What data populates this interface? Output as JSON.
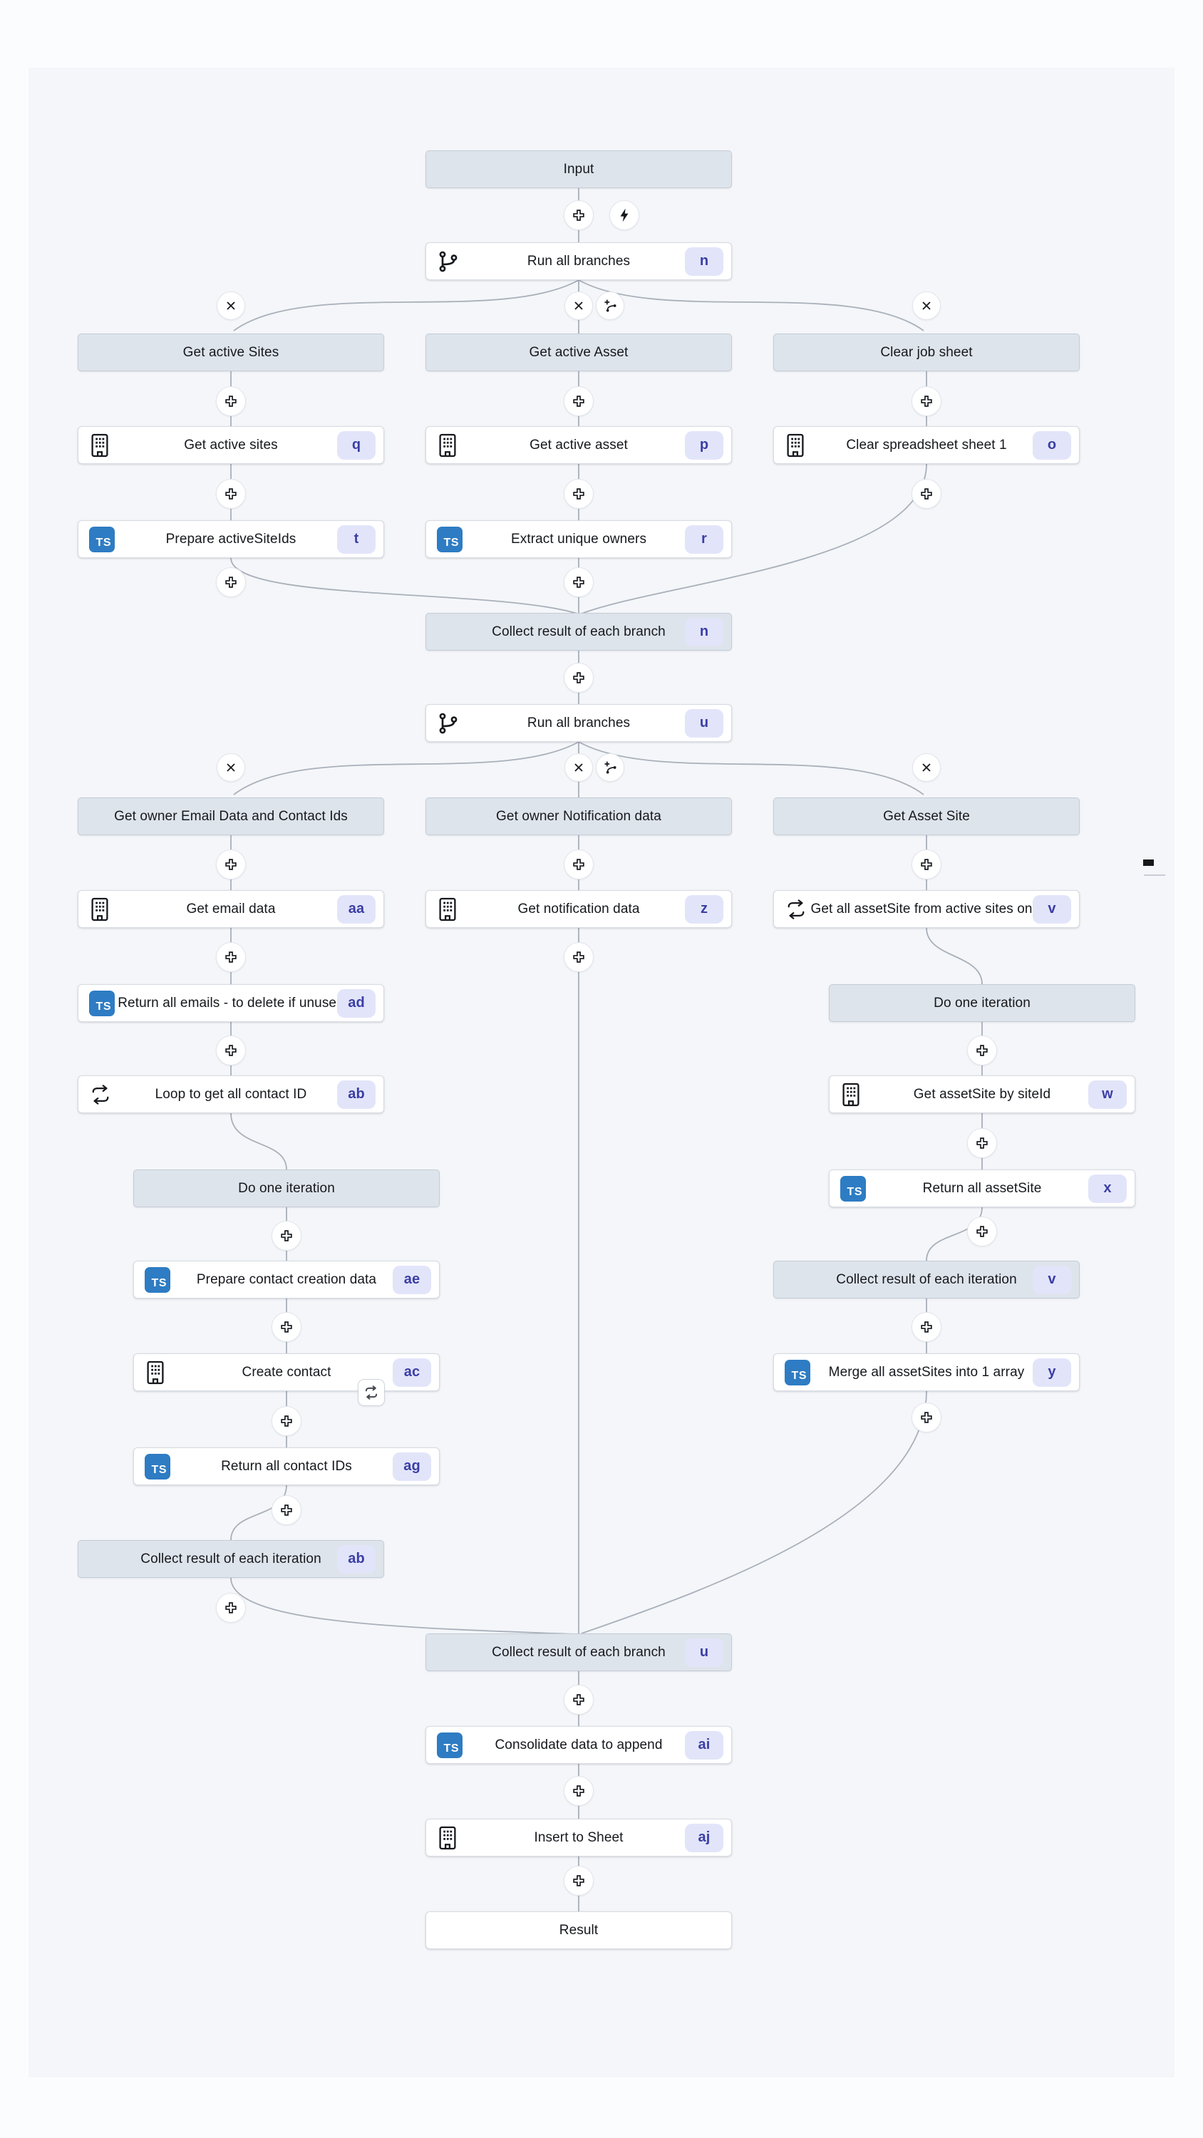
{
  "canvas": {
    "page_background": "#fbfcfe",
    "panel_background": "#f4f6f9",
    "connector_color": "#a9b0ba",
    "badge_bg": "#e2e5f9",
    "badge_text_color": "#3b3ea5",
    "ts_icon_bg": "#2e7cc3"
  },
  "icons": {
    "ts_label": "TS"
  },
  "nodes": {
    "input": {
      "label": "Input"
    },
    "run_branches_1": {
      "label": "Run all branches",
      "badge": "n"
    },
    "header_get_active_sites": {
      "label": "Get active Sites"
    },
    "header_get_active_asset": {
      "label": "Get active Asset"
    },
    "header_clear_job_sheet": {
      "label": "Clear job sheet"
    },
    "get_active_sites": {
      "label": "Get active sites",
      "badge": "q"
    },
    "get_active_asset": {
      "label": "Get active asset",
      "badge": "p"
    },
    "clear_spreadsheet_sheet_1": {
      "label": "Clear spreadsheet sheet 1",
      "badge": "o"
    },
    "prepare_active_site_ids": {
      "label": "Prepare activeSiteIds",
      "badge": "t"
    },
    "extract_unique_owners": {
      "label": "Extract unique owners",
      "badge": "r"
    },
    "collect_branch_1": {
      "label": "Collect result of each branch",
      "badge": "n"
    },
    "run_branches_2": {
      "label": "Run all branches",
      "badge": "u"
    },
    "header_get_owner_email": {
      "label": "Get owner Email Data and Contact Ids"
    },
    "header_get_owner_notification": {
      "label": "Get owner Notification data"
    },
    "header_get_asset_site": {
      "label": "Get Asset Site"
    },
    "get_email_data": {
      "label": "Get email data",
      "badge": "aa"
    },
    "get_notification_data": {
      "label": "Get notification data",
      "badge": "z"
    },
    "get_all_asset_site": {
      "label": "Get all assetSite from active sites only",
      "badge": "v"
    },
    "return_all_emails": {
      "label": "Return all emails - to delete if unused",
      "badge": "ad"
    },
    "loop_get_all_contact_id": {
      "label": "Loop to get all contact ID",
      "badge": "ab"
    },
    "do_one_iteration_left": {
      "label": "Do one iteration"
    },
    "prepare_contact_creation_data": {
      "label": "Prepare contact creation data",
      "badge": "ae"
    },
    "create_contact": {
      "label": "Create contact",
      "badge": "ac"
    },
    "return_all_contact_ids": {
      "label": "Return all contact IDs",
      "badge": "ag"
    },
    "collect_iteration_left": {
      "label": "Collect result of each iteration",
      "badge": "ab"
    },
    "do_one_iteration_right": {
      "label": "Do one iteration"
    },
    "get_asset_site_by_site_id": {
      "label": "Get assetSite by siteId",
      "badge": "w"
    },
    "return_all_asset_site": {
      "label": "Return all assetSite",
      "badge": "x"
    },
    "collect_iteration_right": {
      "label": "Collect result of each iteration",
      "badge": "v"
    },
    "merge_all_asset_sites": {
      "label": "Merge all assetSites into 1 array",
      "badge": "y"
    },
    "collect_branch_2": {
      "label": "Collect result of each branch",
      "badge": "u"
    },
    "consolidate_data_to_append": {
      "label": "Consolidate data to append",
      "badge": "ai"
    },
    "insert_to_sheet": {
      "label": "Insert to Sheet",
      "badge": "aj"
    },
    "result": {
      "label": "Result"
    }
  }
}
